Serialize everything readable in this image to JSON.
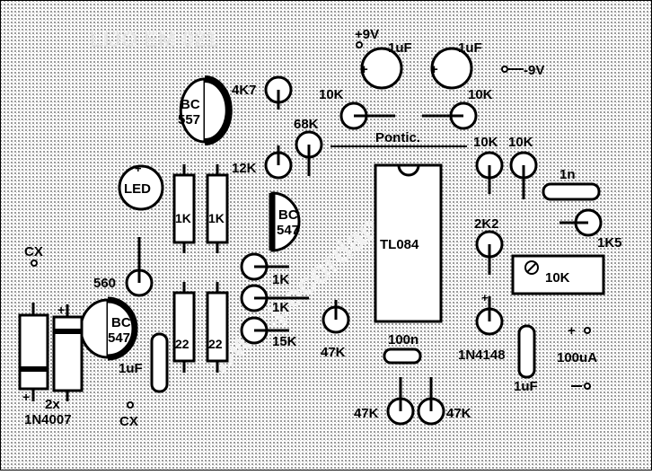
{
  "colors": {
    "board": "#d9d9d9",
    "paper": "#ffffff",
    "ink": "#000000",
    "silk": "#e6e6e6"
  },
  "watermark": "www.pocordan.com",
  "board_marking": "LIJO EM 021",
  "power": {
    "plus_9v": "+9V",
    "minus_9v": "-9V",
    "plus": "+",
    "minus": "-"
  },
  "caps": {
    "c1u_left": "1uF",
    "c1u_right": "1uF",
    "c1u_lower": "1uF",
    "c1u_bottom": "1uF",
    "c1n": "1n",
    "c100n": "100n"
  },
  "resistors": {
    "r4k7": "4K7",
    "r10k_a": "10K",
    "r10k_b": "10K",
    "r68k": "68K",
    "r12k": "12K",
    "r10k_c": "10K",
    "r10k_d": "10K",
    "r2k2": "2K2",
    "r1k5": "1K5",
    "r560": "560",
    "r1k_a": "1K",
    "r1k_b": "1K",
    "r1k_h1": "1K",
    "r1k_h2": "1K",
    "r15k": "15K",
    "r47k_a": "47K",
    "r47k_b": "47K",
    "r47k_c": "47K",
    "r22_a": "22",
    "r22_b": "22",
    "trim": "10K"
  },
  "transistors": {
    "q1": [
      "BC",
      "557"
    ],
    "q2": [
      "BC",
      "547"
    ],
    "q3": [
      "BC",
      "547"
    ]
  },
  "ic": "TL084",
  "led": "LED",
  "bridge": "Pontic.",
  "diodes": {
    "d1n4148": "1N4148",
    "d_count": "2x",
    "d1n4007": "1N4007"
  },
  "meter": "100uA",
  "cx_top": "CX",
  "cx_bottom": "CX"
}
